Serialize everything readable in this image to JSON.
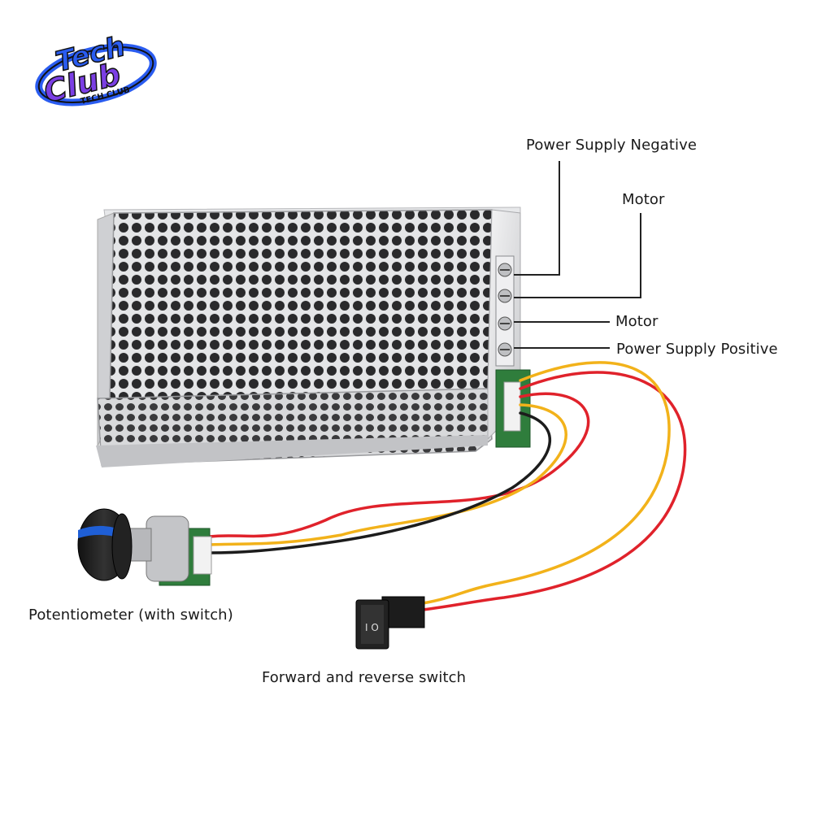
{
  "brand": {
    "logo_word": "Tech Club",
    "logo_sub": "TECH CLUB",
    "colors": {
      "purple": "#7b3fe4",
      "blue": "#2a5cf0",
      "outline": "#111111"
    }
  },
  "labels": {
    "power_supply_negative": "Power Supply Negative",
    "motor_top": "Motor",
    "motor_bottom": "Motor",
    "power_supply_positive": "Power Supply Positive",
    "potentiometer": "Potentiometer (with switch)",
    "forward_reverse": "Forward and reverse switch"
  },
  "colors": {
    "wire_red": "#e0222b",
    "wire_yellow": "#f2b21a",
    "wire_black": "#1c1c1c",
    "pcb_green": "#2f7d3c",
    "chassis": "#d9dadc",
    "knob_blue": "#1f5fd6",
    "leader_line": "#222222"
  },
  "icons": [
    "tech-club-logo",
    "screw-terminal-icon",
    "knob-icon",
    "rocker-switch-icon"
  ]
}
